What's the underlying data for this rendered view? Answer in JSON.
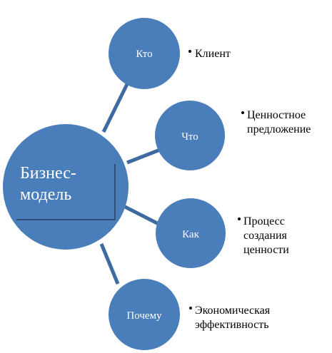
{
  "diagram": {
    "center": {
      "label_line1": "Бизнес-",
      "label_line2": "модель"
    },
    "nodes": [
      {
        "label": "Кто",
        "item_lines": [
          "Клиент"
        ]
      },
      {
        "label": "Что",
        "item_lines": [
          "Ценностное",
          "предложение"
        ]
      },
      {
        "label": "Как",
        "item_lines": [
          "Процесс",
          "создания",
          "ценности"
        ]
      },
      {
        "label": "Почему",
        "item_lines": [
          "Экономическая",
          "эффективность"
        ]
      }
    ],
    "colors": {
      "node_fill": "#4a7ebb",
      "connector": "#3d6aa0",
      "label_text": "#ffffff",
      "item_text": "#000000"
    }
  }
}
